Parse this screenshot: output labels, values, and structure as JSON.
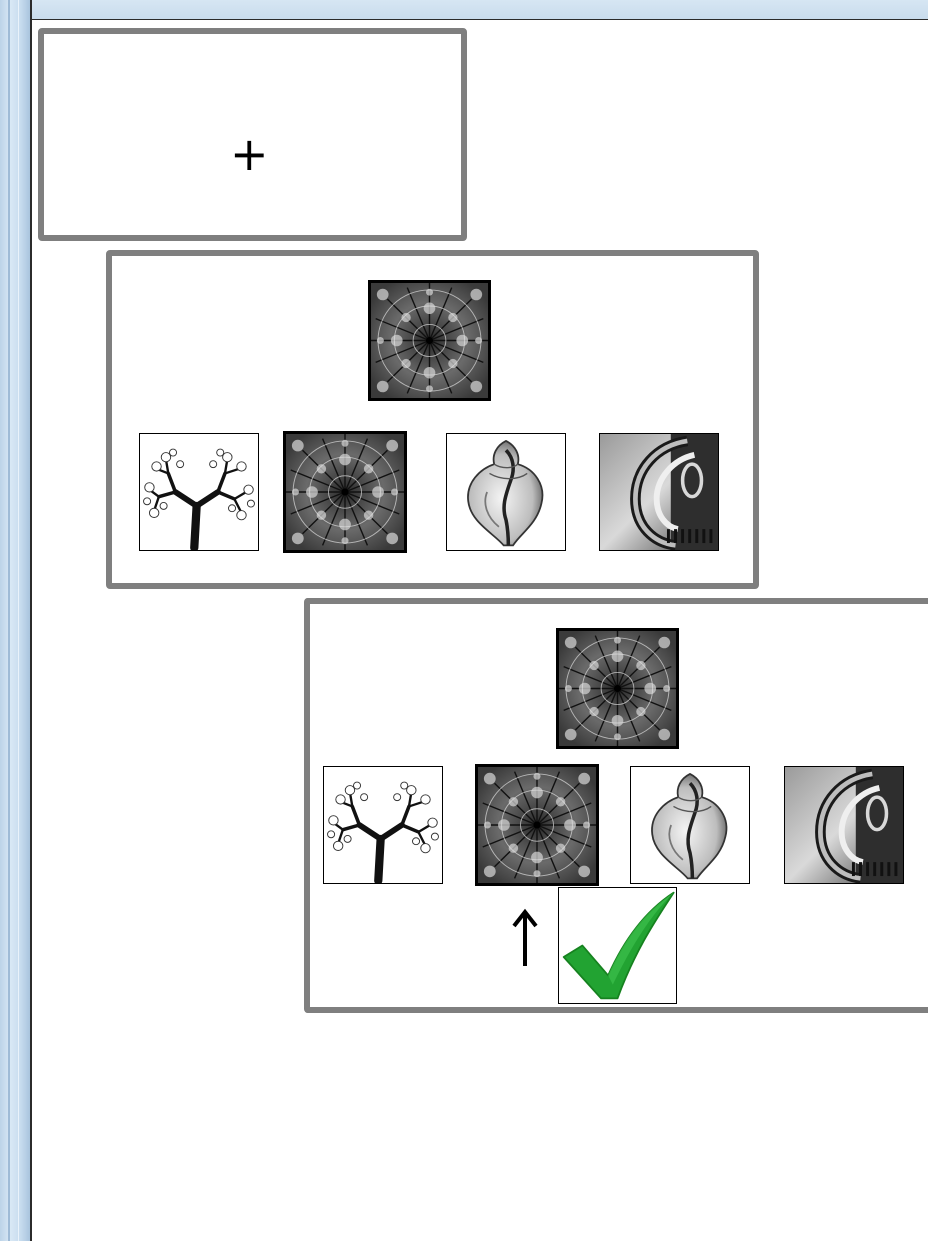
{
  "fixation": {
    "symbol": "+"
  },
  "trial": {
    "target": "fractal-mandala-image",
    "choices": [
      "fractal-tree-image",
      "fractal-mandala-square-image",
      "shell-image",
      "abstract-spiral-image"
    ]
  },
  "feedback": {
    "target": "fractal-mandala-image",
    "choices": [
      "fractal-tree-image",
      "fractal-mandala-square-image",
      "shell-image",
      "abstract-spiral-image"
    ],
    "selected_index": 1,
    "indicator_icon": "up-arrow-icon",
    "result_icon": "checkmark-icon",
    "result_color": "#22a332"
  },
  "colors": {
    "panel_border": "#7f7f7f",
    "window_frame": "#c6dbee"
  }
}
